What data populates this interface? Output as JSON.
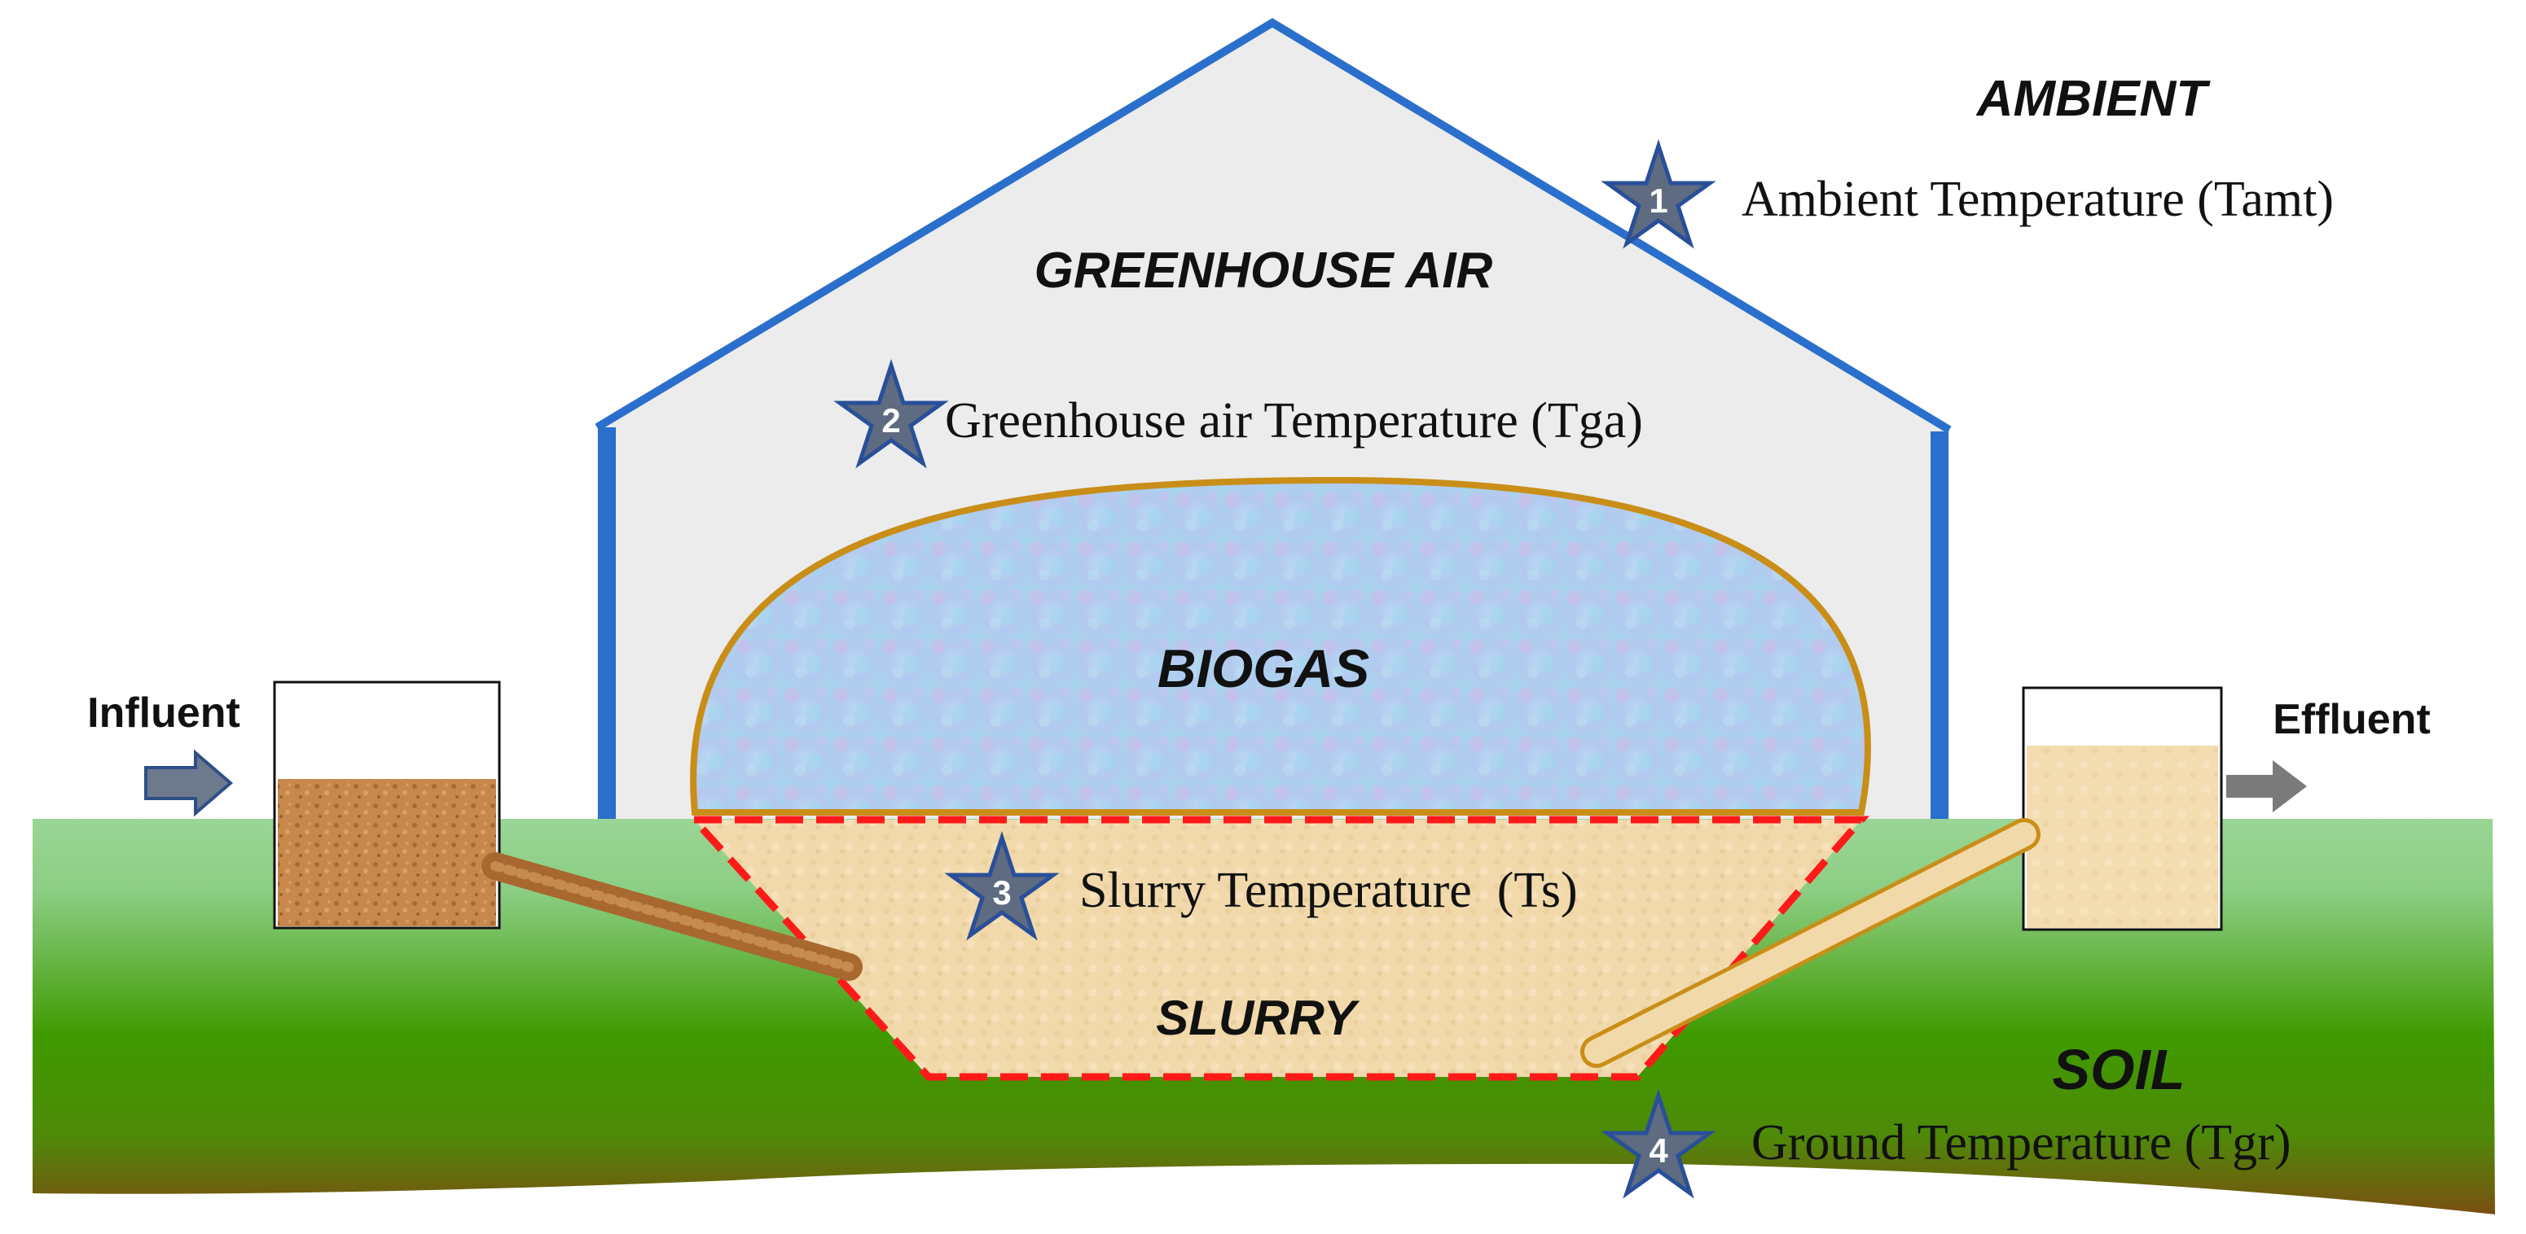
{
  "zones": {
    "ambient": "AMBIENT",
    "greenhouse_air": "GREENHOUSE AIR",
    "biogas": "BIOGAS",
    "slurry": "SLURRY",
    "soil": "SOIL"
  },
  "flows": {
    "influent": "Influent",
    "effluent": "Effluent"
  },
  "sensors": [
    {
      "number": "1",
      "label": "Ambient Temperature (Tamt)"
    },
    {
      "number": "2",
      "label": "Greenhouse air Temperature (Tga)"
    },
    {
      "number": "3",
      "label": "Slurry Temperature  (Ts)"
    },
    {
      "number": "4",
      "label": "Ground Temperature (Tgr)"
    }
  ],
  "colors": {
    "greenhouse_frame": "#2a6fcc",
    "greenhouse_fill": "#ededed",
    "biogas_outline": "#c98e18",
    "slurry_outline": "#ff1a1a",
    "slurry_fill": "#f0d9ad",
    "influent_fill": "#c98a4e",
    "soil_top": "#93d28c",
    "soil_mid": "#3f9a00",
    "soil_bottom": "#7a4f12",
    "star_fill": "#5e6b80",
    "star_stroke": "#2a4f99",
    "arrow_fill": "#6a6a6a"
  }
}
